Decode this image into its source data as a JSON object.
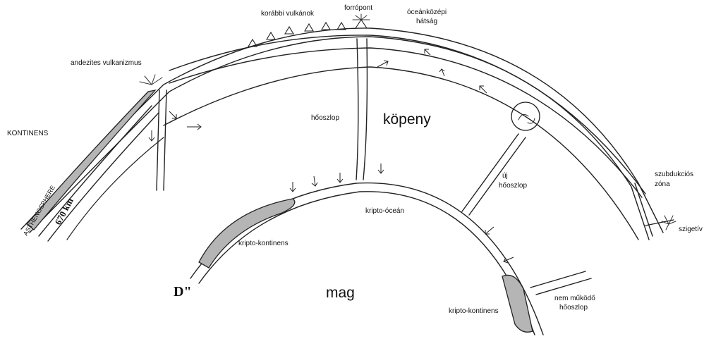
{
  "labels": {
    "korabbi_vulkanok": "korábbi vulkánok",
    "forropont": "forrópont",
    "oceankozepi_line1": "óceánközépi",
    "oceankozepi_line2": "hátság",
    "andezites": "andezites vulkanizmus",
    "kontinens": "KONTINENS",
    "asthenosphere": "ASTHENOSPHERE",
    "km670": "670 km",
    "hooszlop": "hőoszlop",
    "kopeny": "köpeny",
    "uj_line1": "új",
    "uj_line2": "hőoszlop",
    "szubdukcios_line1": "szubdukciós",
    "szubdukcios_line2": "zóna",
    "szigetiv": "szigetív",
    "kripto_ocean": "kripto-óceán",
    "kripto_kontinens_left": "kripto-kontinens",
    "kripto_kontinens_right": "kripto-kontinens",
    "d_double_prime": "D\"",
    "mag": "mag",
    "nem_mukodo_line1": "nem működő",
    "nem_mukodo_line2": "hőoszlop"
  }
}
